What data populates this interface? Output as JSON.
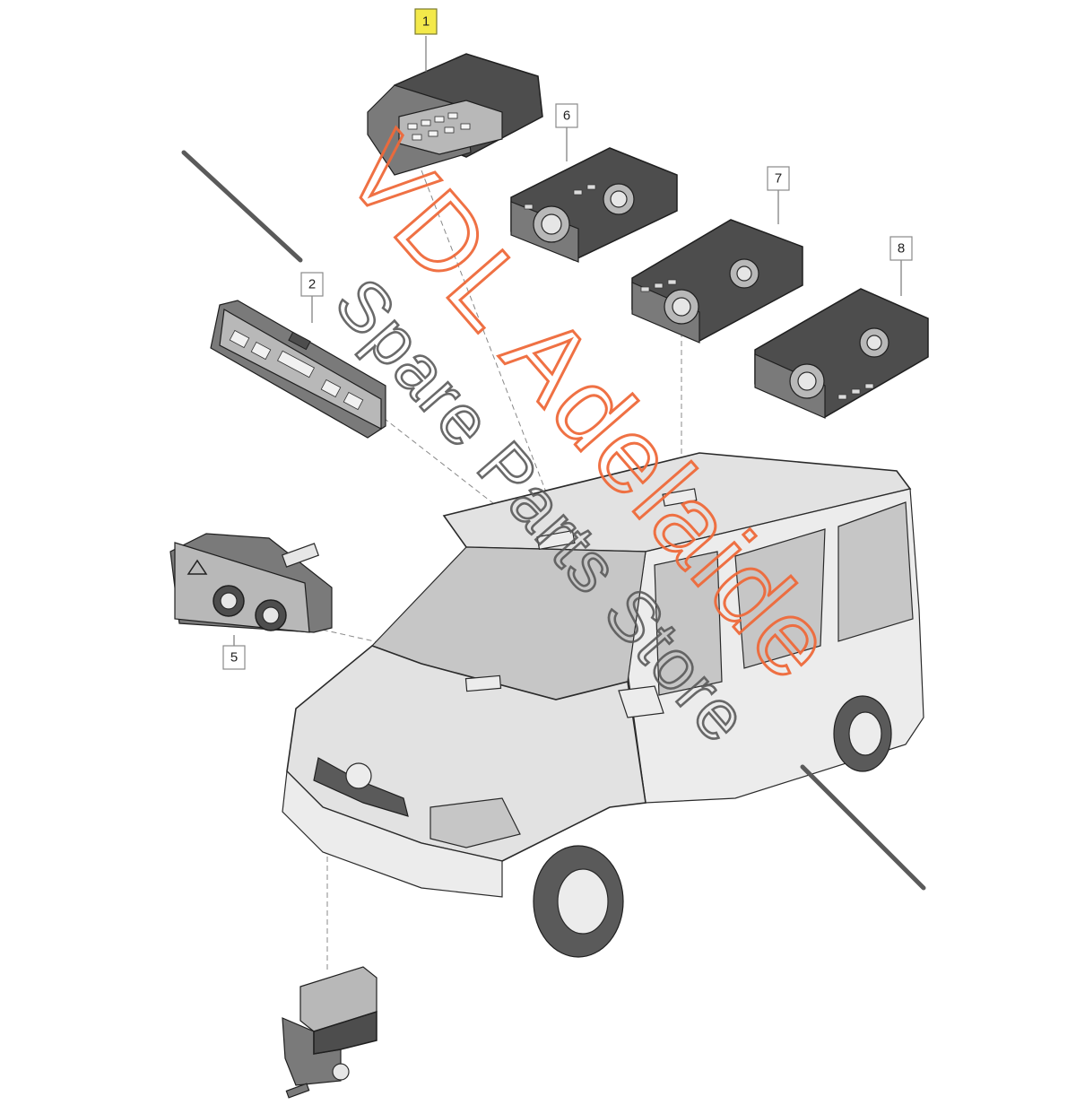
{
  "callouts": [
    {
      "label": "1",
      "highlighted": true
    },
    {
      "label": "2"
    },
    {
      "label": "5"
    },
    {
      "label": "6"
    },
    {
      "label": "7"
    },
    {
      "label": "8"
    }
  ],
  "watermark": {
    "line1": "VDL Adelaide",
    "line2": "Spare Parts Store",
    "color_primary": "#ef6a3a",
    "color_secondary": "#5a5a5a"
  },
  "colors": {
    "highlight": "#f3e94a",
    "part_dark": "#4d4d4d",
    "van_body": "#e2e2e2"
  }
}
